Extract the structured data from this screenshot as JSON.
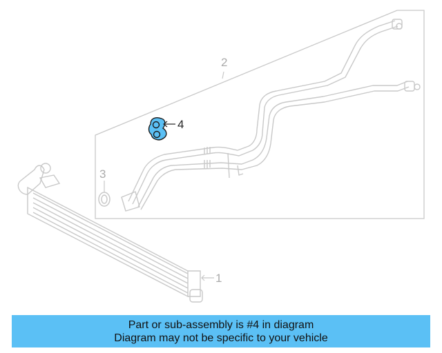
{
  "callouts": {
    "c1": "1",
    "c2": "2",
    "c3": "3",
    "c4": "4"
  },
  "colors": {
    "line_gray": "#c8c8c8",
    "highlight_part": "#5bc0f5",
    "banner_bg": "#5bc0f5"
  },
  "banner": {
    "line1": "Part or sub-assembly is #4 in diagram",
    "line2": "Diagram may not be specific to your vehicle"
  }
}
